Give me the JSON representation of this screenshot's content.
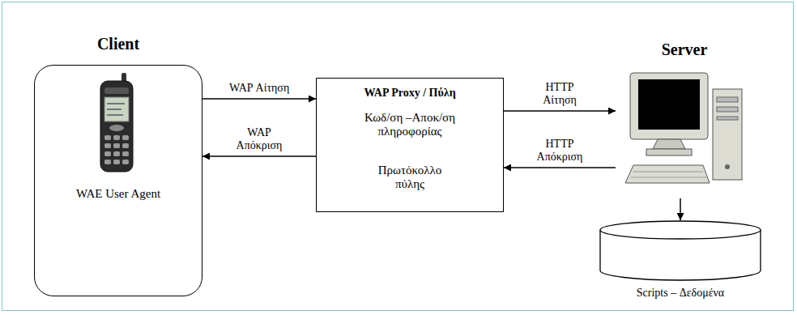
{
  "diagram": {
    "nodes": [
      {
        "text": [
          "Client",
          "WAE User Agent"
        ]
      },
      {
        "text": [
          "WAP Proxy / Πύλη",
          "Κωδ/ση –Αποκ/ση πληροφορίας",
          "Πρωτόκολλο πύλης"
        ]
      },
      {
        "text": [
          "Server"
        ]
      },
      {
        "text": [
          "Scripts – Δεδομένα"
        ]
      }
    ],
    "edges": [
      {
        "from": 0,
        "to": 1,
        "label": "WAP Αίτηση",
        "arrow": "to"
      },
      {
        "from": 1,
        "to": 0,
        "label": "WAP Απόκριση",
        "arrow": "to"
      },
      {
        "from": 1,
        "to": 2,
        "label": "HTTP Αίτηση",
        "arrow": "to"
      },
      {
        "from": 2,
        "to": 1,
        "label": "HTTP Απόκριση",
        "arrow": "to"
      },
      {
        "from": 2,
        "to": 3,
        "arrow": "to"
      }
    ]
  }
}
